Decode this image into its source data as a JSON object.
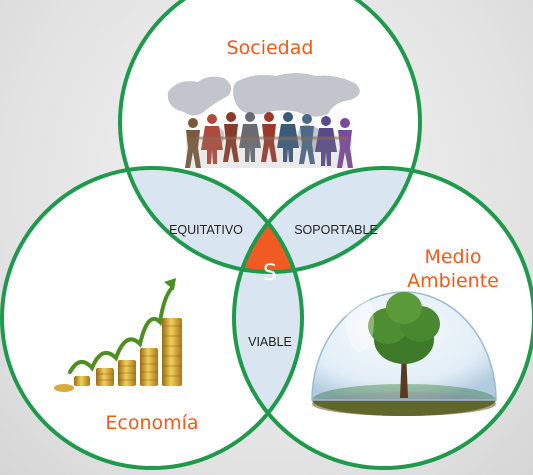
{
  "circles": {
    "society": {
      "label": "Sociedad"
    },
    "economy": {
      "label": "Economía"
    },
    "environment": {
      "label_line1": "Medio",
      "label_line2": "Ambiente"
    }
  },
  "intersections": {
    "equitable": "EQUITATIVO",
    "bearable": "SOPORTABLE",
    "viable": "VIABLE",
    "center": "S"
  },
  "colors": {
    "ring": "#1f9a4c",
    "overlap_fill": "#d9e6f1",
    "center_fill": "#f15a22",
    "label_accent": "#f05a1a"
  },
  "illustrations": {
    "society": "people-holding-hands-world-map",
    "economy": "stacks-of-gold-coins-growth-arrow",
    "environment": "tree-under-glass-dome"
  }
}
